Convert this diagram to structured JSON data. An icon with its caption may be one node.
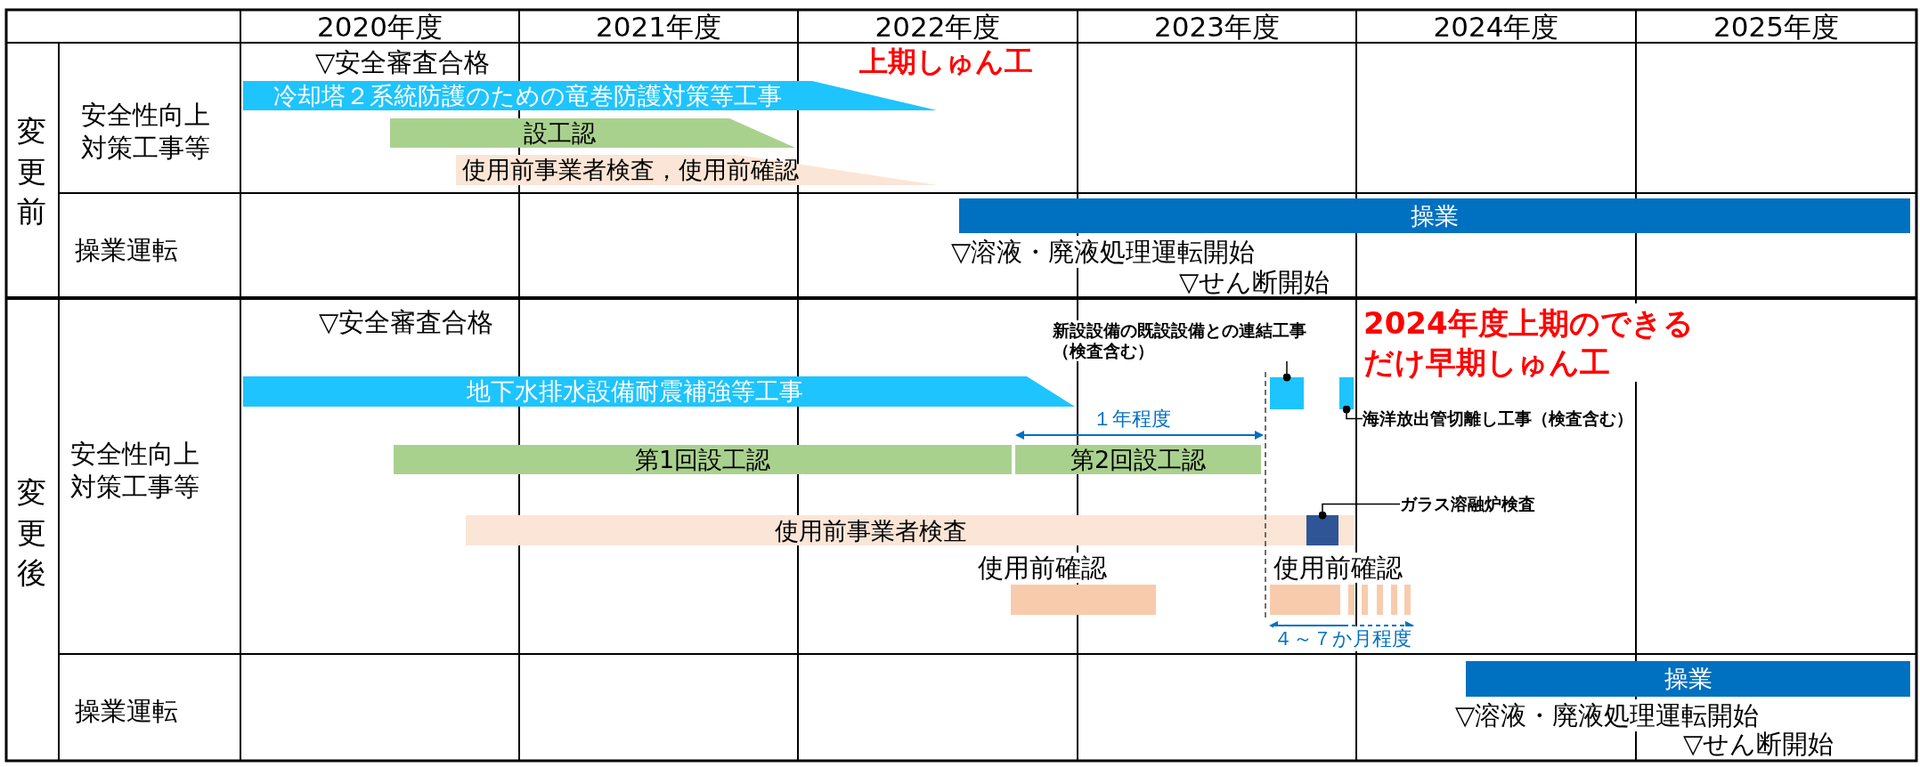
{
  "diagram": {
    "nodes": [
      {
        "text": [
          "冷却塔２系統防護のための竜巻防護対策等工事"
        ]
      },
      {
        "text": [
          "設工認"
        ]
      },
      {
        "text": [
          "使用前事業者検査，使用前確認"
        ]
      },
      {
        "text": [
          "操業"
        ]
      },
      {
        "text": [
          "新設設備の既設設備との連結工事（検査含む）"
        ]
      },
      {
        "text": [
          "地下水排水設備耐震補強等工事"
        ]
      },
      {
        "text": [],
        "shape": "box"
      },
      {
        "text": [],
        "shape": "box"
      },
      {
        "text": [
          "海洋放出管切離し工事（検査含む）"
        ]
      },
      {
        "text": [
          "第1回設工認"
        ]
      },
      {
        "text": [
          "第2回設工認"
        ]
      },
      {
        "text": [
          "ガラス溶融炉検査"
        ]
      },
      {
        "text": [
          "使用前事業者検査"
        ]
      },
      {
        "text": [],
        "shape": "box",
        "in": 12
      },
      {
        "text": [
          "使用前確認"
        ]
      },
      {
        "text": [
          "使用前確認"
        ]
      },
      {
        "text": [
          "操業"
        ]
      }
    ],
    "edges": [
      {
        "from": 4,
        "to": 6,
        "arrow": "other"
      },
      {
        "from": 8,
        "to": 7,
        "arrow": "other"
      },
      {
        "from": 11,
        "to": 13,
        "arrow": "other"
      }
    ],
    "labels": [
      "2020年度",
      "2021年度",
      "2022年度",
      "2023年度",
      "2024年度",
      "2025年度",
      "変更前",
      "安全性向上対策工事等",
      "▽安全審査合格",
      "上期しゅん工",
      "操業運転",
      "▽溶液・廃液処理運転開始",
      "▽せん断開始",
      "変更後",
      "安全性向上対策工事等",
      "▽安全審査合格",
      "2024年度上期のできるだけ早期しゅん工",
      "１年程度",
      "４～７か月程度",
      "操業運転",
      "▽溶液・廃液処理運転開始",
      "▽せん断開始"
    ]
  }
}
